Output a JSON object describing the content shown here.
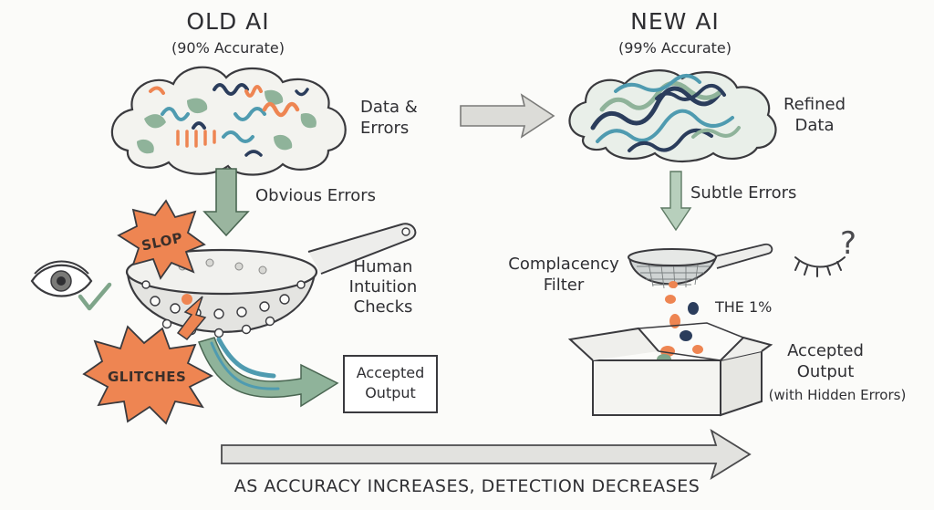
{
  "old": {
    "title": "OLD AI",
    "accuracy": "(90% Accurate)",
    "input_label_1": "Data &",
    "input_label_2": "Errors",
    "flow_label": "Obvious Errors",
    "burst_top": "SLOP",
    "burst_bottom": "GLITCHES",
    "filter_label_1": "Human",
    "filter_label_2": "Intuition",
    "filter_label_3": "Checks",
    "output_1": "Accepted",
    "output_2": "Output"
  },
  "new": {
    "title": "NEW AI",
    "accuracy": "(99% Accurate)",
    "input_label_1": "Refined",
    "input_label_2": "Data",
    "flow_label": "Subtle Errors",
    "filter_label_1": "Complacency",
    "filter_label_2": "Filter",
    "leak_label": "THE 1%",
    "output_1": "Accepted",
    "output_2": "Output",
    "output_3": "(with Hidden Errors)",
    "question_mark": "?"
  },
  "footer": {
    "caption": "AS ACCURACY INCREASES, DETECTION DECREASES"
  },
  "colors": {
    "ink": "#3a3a3e",
    "orange": "#ee8552",
    "sage": "#8fb39a",
    "navy": "#2b3d5c",
    "teal": "#4f9bb0",
    "gray_arrow": "#c9c9c6"
  }
}
